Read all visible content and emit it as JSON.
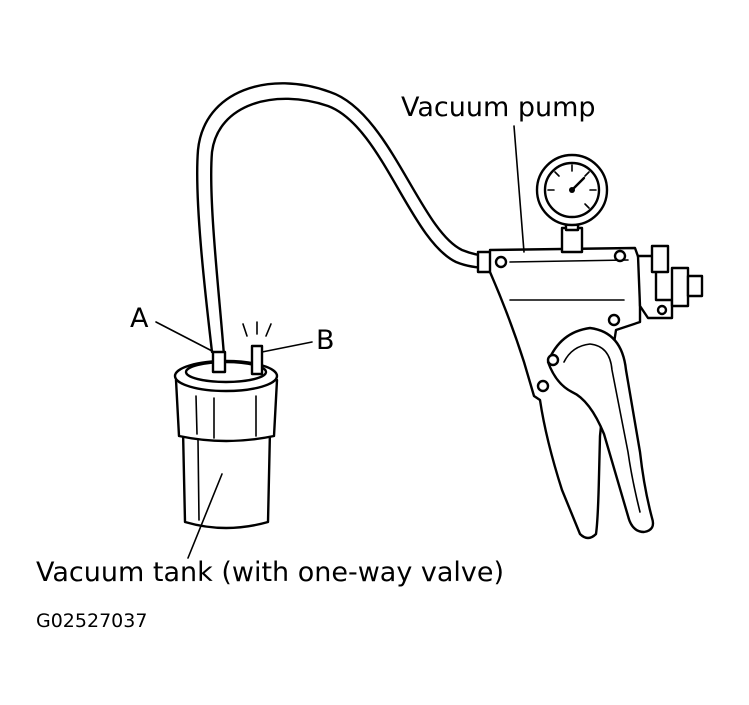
{
  "labels": {
    "pump": "Vacuum pump",
    "tank": "Vacuum tank (with one-way valve)",
    "a": "A",
    "b": "B",
    "figure_id": "G02527037"
  },
  "colors": {
    "line": "#000000",
    "background": "#ffffff"
  }
}
